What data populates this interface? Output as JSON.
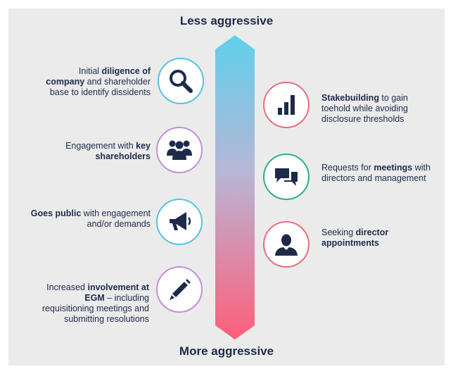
{
  "top_label": "Less aggressive",
  "bottom_label": "More aggressive",
  "colors": {
    "top": "#5fd0ec",
    "middle": "#b8b6d6",
    "bottom": "#ff5e7a",
    "navy": "#1e2a4a"
  },
  "left_steps": [
    {
      "icon": "magnifier-icon",
      "pre": "Initial ",
      "bold": "diligence of company",
      "post": " and shareholder base to identify dissidents"
    },
    {
      "icon": "group-icon",
      "pre": "Engagement with ",
      "bold": "key shareholders",
      "post": ""
    },
    {
      "icon": "megaphone-icon",
      "pre": "",
      "bold": "Goes public",
      "post": " with engagement and/or demands"
    },
    {
      "icon": "pencil-icon",
      "pre": "Increased ",
      "bold": "involvement at EGM",
      "post": " – including requisitioning meetings and submitting resolutions"
    }
  ],
  "right_steps": [
    {
      "icon": "bar-chart-icon",
      "pre": "",
      "bold": "Stakebuilding",
      "post": " to gain toehold while avoiding disclosure thresholds"
    },
    {
      "icon": "speech-bubbles-icon",
      "pre": "Requests for ",
      "bold": "meetings",
      "post": " with directors and management"
    },
    {
      "icon": "person-icon",
      "pre": "Seeking ",
      "bold": "director appointments",
      "post": ""
    }
  ]
}
